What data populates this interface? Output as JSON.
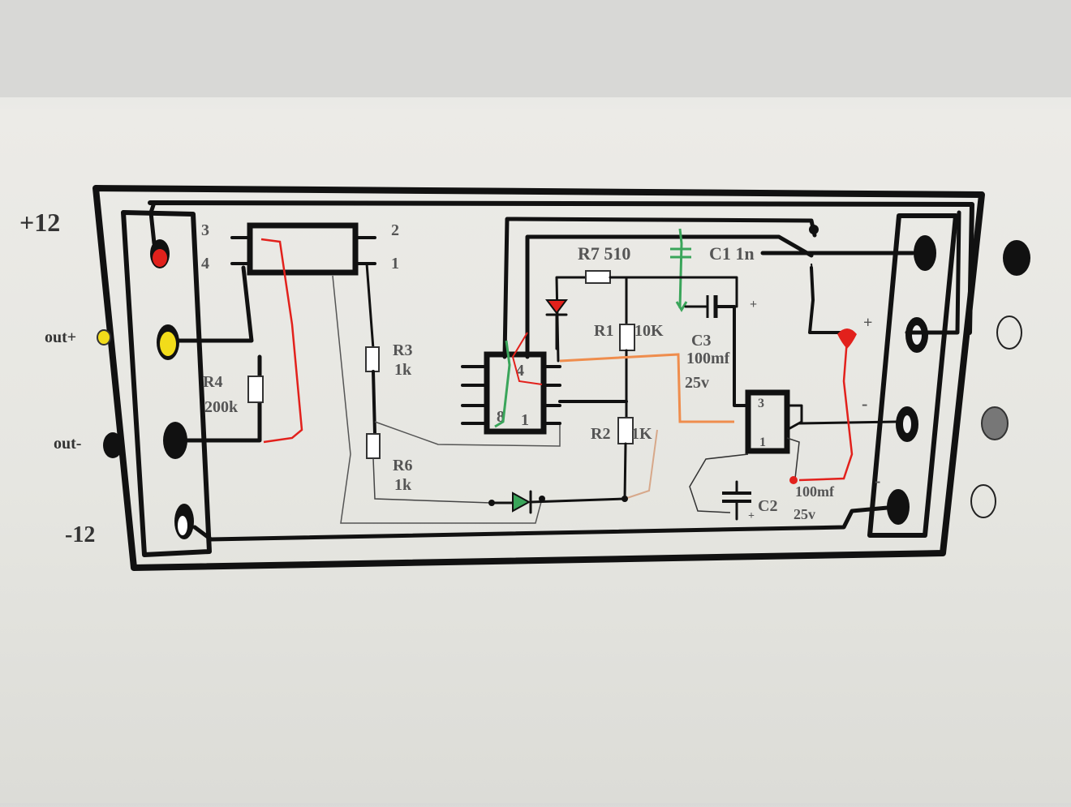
{
  "side_labels": {
    "plus12": "+12",
    "out_plus": "out+",
    "out_minus": "out-",
    "minus12": "-12"
  },
  "relay_pins": {
    "p3": "3",
    "p4": "4",
    "p2": "2",
    "p1": "1"
  },
  "components": {
    "r4_name": "R4",
    "r4_value": "200k",
    "r3_name": "R3",
    "r3_value": "1k",
    "r6_name": "R6",
    "r6_value": "1k",
    "r7": "R7 510",
    "c1": "C1 1n",
    "r1_name": "R1",
    "r1_value": "10K",
    "c3_name": "C3",
    "c3_value": "100mf",
    "c3_voltage": "25v",
    "r2_name": "R2",
    "r2_value": "1K",
    "c2_name": "C2",
    "c2_value": "100mf",
    "c2_voltage": "25v"
  },
  "ic1_pins": {
    "p4": "4",
    "p8": "8",
    "p1": "1"
  },
  "ic2_pins": {
    "p3": "3",
    "p1": "1"
  },
  "polarity": {
    "c3_plus": "+",
    "cap_plus": "+",
    "minus_a": "-",
    "minus_b": "-",
    "c2_plus": "+"
  },
  "colors": {
    "red": "#e2211c",
    "yellow": "#f2dc1a",
    "green": "#3aa55a",
    "orange": "#ef8d4d",
    "wire": "#111111"
  }
}
